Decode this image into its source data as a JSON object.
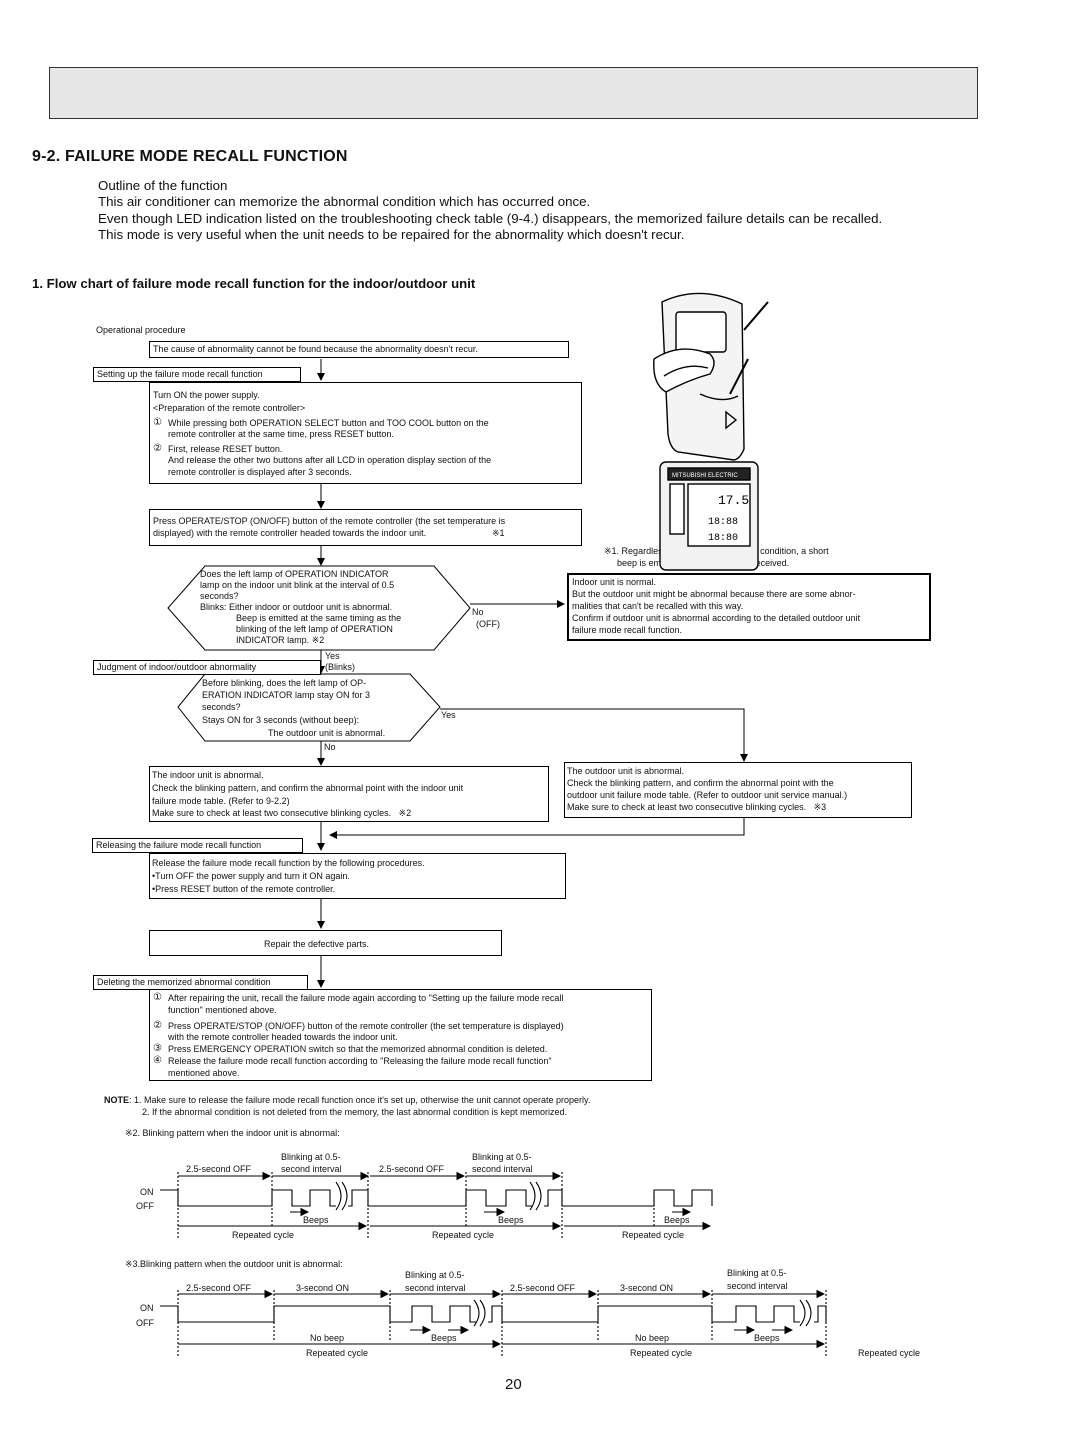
{
  "section": {
    "title": "9-2. FAILURE MODE RECALL FUNCTION",
    "intro": [
      "Outline of the function",
      "This air conditioner can memorize the abnormal condition which has occurred once.",
      "Even though LED indication listed on the troubleshooting check table (9-4.) disappears, the memorized failure details can be recalled.",
      "This mode is very useful when the unit needs to be repaired for the abnormality which doesn't recur."
    ],
    "subheading": "1. Flow chart of failure mode recall function for the indoor/outdoor unit"
  },
  "flow": {
    "operational_procedure": "Operational procedure",
    "cause_box": "The cause of abnormality cannot be found because the abnormality doesn't recur.",
    "setup_label": "Setting up the failure mode recall function",
    "setup_box": {
      "line1": "Turn ON the power supply.",
      "line2": "<Preparation of the remote controller>",
      "step1a": "While pressing both OPERATION SELECT button and TOO COOL button on the",
      "step1b": "remote controller at the same time, press RESET button.",
      "step2a": "First, release RESET button.",
      "step2b": "And release the other two buttons after all LCD in operation display section of the",
      "step2c": "remote controller is displayed after 3 seconds."
    },
    "press_box": {
      "line1": "Press OPERATE/STOP (ON/OFF) button of the remote controller (the set temperature is",
      "line2": "displayed)  with the remote controller headed towards the indoor unit.",
      "ref": "1"
    },
    "note1": {
      "line1": "1. Regardless of normal or abnormal condition, a short",
      "line2": "beep is emitted once the signal is received."
    },
    "decision1": {
      "line1": "Does the left lamp of OPERATION INDICATOR",
      "line2": "lamp on the indoor unit blink at the interval of 0.5",
      "line3": "seconds?",
      "line4": "Blinks: Either indoor or outdoor unit is abnormal.",
      "line5": "Beep is emitted at the same timing as the",
      "line6": "blinking of the left lamp of OPERATION",
      "line7": "INDICATOR lamp.",
      "ref": "2",
      "no_label": "No",
      "off_label": "(OFF)",
      "yes_label": "Yes",
      "blinks_label": "(Blinks)"
    },
    "normal_box": {
      "line1": "Indoor unit is normal.",
      "line2": "But the outdoor unit might be abnormal because there are some abnor-",
      "line3": "malities that can't be recalled with this way.",
      "line4": "Confirm if outdoor unit is abnormal according to the detailed outdoor unit",
      "line5": "failure mode recall function."
    },
    "judgment_label": "Judgment of indoor/outdoor abnormality",
    "decision2": {
      "line1": "Before blinking, does the left lamp of OP-",
      "line2": "ERATION INDICATOR lamp stay ON for 3",
      "line3": "seconds?",
      "line4": "Stays ON for 3 seconds (without beep):",
      "line5": "The outdoor unit is abnormal.",
      "yes_label": "Yes",
      "no_label": "No"
    },
    "indoor_box": {
      "line1": "The indoor unit is abnormal.",
      "line2": "Check the blinking pattern, and confirm the abnormal point with the indoor unit",
      "line3": "failure mode table. (Refer to 9-2.2)",
      "line4": "Make sure to check at least two consecutive blinking cycles.",
      "ref": "2"
    },
    "outdoor_box": {
      "line1": "The outdoor unit is abnormal.",
      "line2": "Check the blinking pattern, and confirm the abnormal point with the",
      "line3": "outdoor unit failure mode table. (Refer to outdoor unit service manual.)",
      "line4": "Make sure to check at least two consecutive blinking cycles.",
      "ref": "3"
    },
    "release_label": "Releasing the failure mode recall function",
    "release_box": {
      "line1": "Release the failure mode recall function by the following procedures.",
      "line2": "Turn OFF the power supply and turn it ON again.",
      "line3": "Press RESET button of the remote controller."
    },
    "repair_box": "Repair the defective parts.",
    "delete_label": "Deleting the memorized abnormal condition",
    "delete_box": {
      "s1a": "After repairing the unit, recall the failure mode again according to \"Setting up the failure mode recall",
      "s1b": "function\" mentioned above.",
      "s2a": "Press OPERATE/STOP (ON/OFF) button of the remote controller (the set temperature is displayed)",
      "s2b": "with the remote controller headed towards the indoor unit.",
      "s3": "Press EMERGENCY OPERATION switch so that the memorized abnormal condition is deleted.",
      "s4a": "Release the failure mode recall function according to \"Releasing the failure mode recall function\"",
      "s4b": "mentioned above."
    }
  },
  "notes": {
    "label": "NOTE",
    "n1": ": 1. Make sure to release the failure mode recall function once it's set up, otherwise the unit cannot operate properly.",
    "n2": "2. If the abnormal condition is not deleted from the memory, the last abnormal condition is kept memorized."
  },
  "timing_indoor": {
    "caption": "2. Blinking pattern when the indoor unit is abnormal:",
    "off_label_a": "2.5-second OFF",
    "blink_label_a1": "Blinking at 0.5-",
    "blink_label_a2": "second interval",
    "off_label_b": "2.5-second OFF",
    "blink_label_b1": "Blinking at 0.5-",
    "blink_label_b2": "second interval",
    "on": "ON",
    "off": "OFF",
    "beeps_a": "Beeps",
    "beeps_b": "Beeps",
    "beeps_c": "Beeps",
    "cycle_a": "Repeated cycle",
    "cycle_b": "Repeated cycle",
    "cycle_c": "Repeated cycle"
  },
  "timing_outdoor": {
    "caption": "3.Blinking pattern when the outdoor unit is abnormal:",
    "off_label_a": "2.5-second OFF",
    "on_label_a": "3-second ON",
    "blink_label_a1": "Blinking at 0.5-",
    "blink_label_a2": "second interval",
    "off_label_b": "2.5-second OFF",
    "on_label_b": "3-second ON",
    "blink_label_b1": "Blinking at 0.5-",
    "blink_label_b2": "second interval",
    "on": "ON",
    "off": "OFF",
    "nobeep_a": "No beep",
    "beeps_a": "Beeps",
    "nobeep_b": "No beep",
    "beeps_b": "Beeps",
    "cycle_a": "Repeated cycle",
    "cycle_b": "Repeated cycle",
    "cycle_c": "Repeated cycle"
  },
  "remote": {
    "brand": "MITSUBISHI ELECTRIC",
    "temp": "17.5",
    "clock1": "18:88",
    "clock2": "18:80"
  },
  "page_number": "20"
}
